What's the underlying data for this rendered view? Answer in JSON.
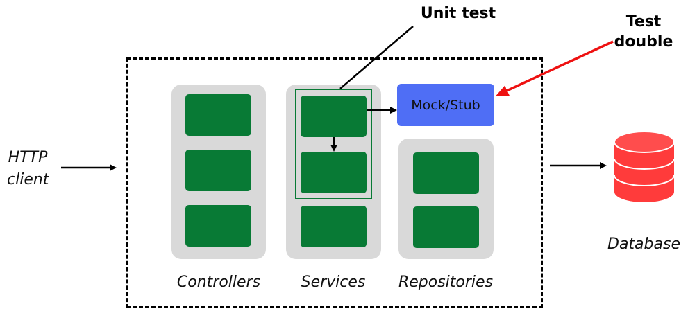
{
  "http_client": {
    "line1": "HTTP",
    "line2": "client"
  },
  "unit_test_label": "Unit test",
  "test_double_label": {
    "line1": "Test",
    "line2": "double"
  },
  "mock_stub_label": "Mock/Stub",
  "columns": {
    "controllers": "Controllers",
    "services": "Services",
    "repositories": "Repositories"
  },
  "database_label": "Database",
  "colors": {
    "block_green": "#087a35",
    "column_gray": "#d9d9d9",
    "mock_blue": "#4f6ef5",
    "test_double_arrow_red": "#ee1111",
    "database_red": "#ff3b3b"
  }
}
